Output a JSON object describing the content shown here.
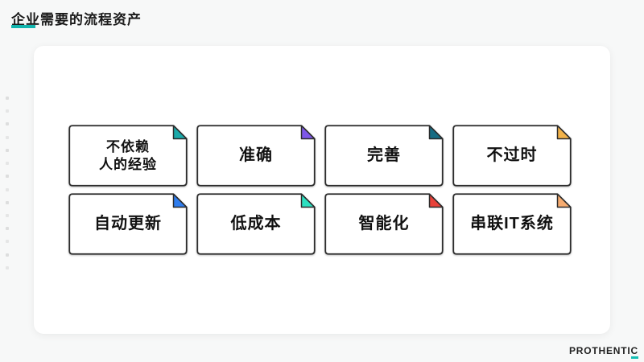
{
  "page": {
    "title": "企业需要的流程资产",
    "accent_color": "#12b5ae",
    "background_color": "#f7f8f8",
    "panel_color": "#ffffff",
    "card_border_color": "#2b2b2b"
  },
  "cards": [
    {
      "label": "不依赖\n人的经验",
      "fold_color": "#1ba9a9"
    },
    {
      "label": "准确",
      "fold_color": "#7e57e8"
    },
    {
      "label": "完善",
      "fold_color": "#176c83"
    },
    {
      "label": "不过时",
      "fold_color": "#f2b249"
    },
    {
      "label": "自动更新",
      "fold_color": "#2f7dee"
    },
    {
      "label": "低成本",
      "fold_color": "#2cdfc0"
    },
    {
      "label": "智能化",
      "fold_color": "#e8423a"
    },
    {
      "label": "串联IT系统",
      "fold_color": "#f5ab70"
    }
  ],
  "logo": {
    "main": "PROTHENTI",
    "accent": "C",
    "accent_color": "#14beb4"
  }
}
